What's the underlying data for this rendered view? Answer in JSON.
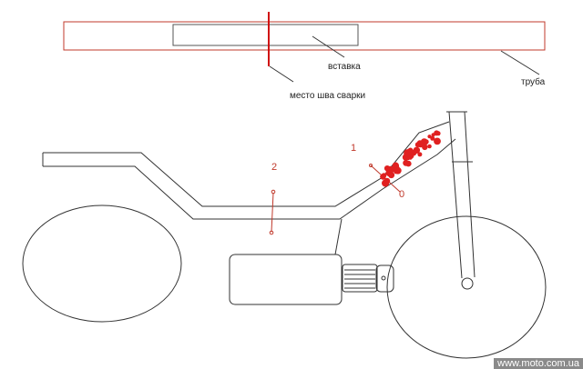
{
  "labels": {
    "insert": "вставка",
    "tube": "труба",
    "weld_place": "место шва сварки",
    "point_1": "1",
    "point_2": "2",
    "point_0": "0"
  },
  "watermark": "www.moto.com.ua",
  "colors": {
    "weld": "#e02020",
    "line": "#333333",
    "tube": "#c0392b"
  }
}
